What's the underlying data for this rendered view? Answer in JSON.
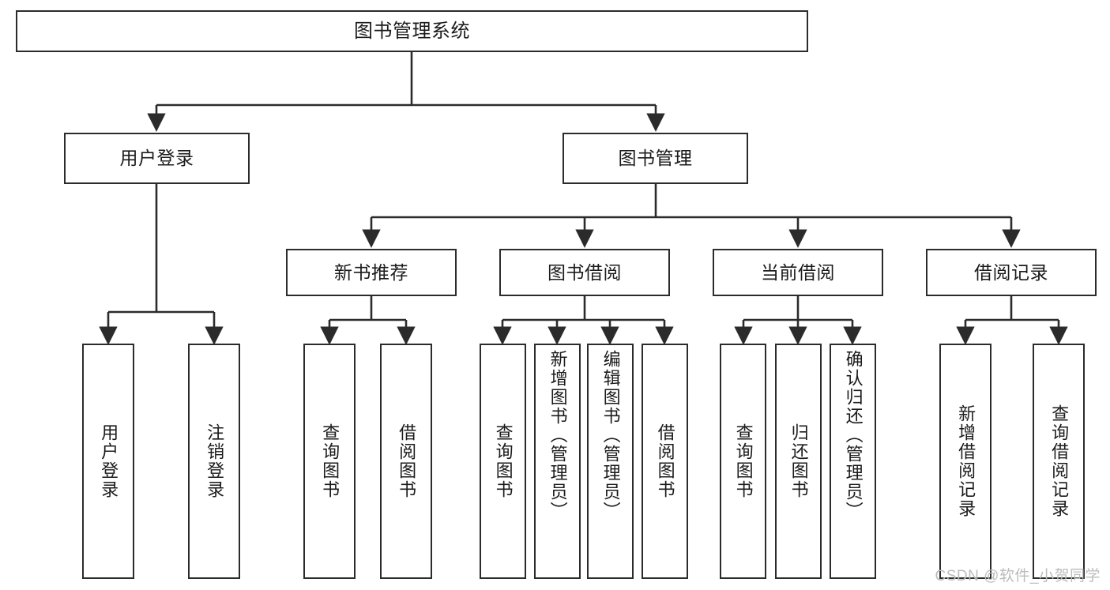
{
  "diagram": {
    "type": "tree",
    "title": "图书管理系统",
    "root": {
      "label": "图书管理系统"
    },
    "level2": [
      {
        "label": "用户登录"
      },
      {
        "label": "图书管理"
      }
    ],
    "level3": [
      {
        "label": "新书推荐"
      },
      {
        "label": "图书借阅"
      },
      {
        "label": "当前借阅"
      },
      {
        "label": "借阅记录"
      }
    ],
    "leaves": {
      "user_login": [
        {
          "label": "用户登录"
        },
        {
          "label": "注销登录"
        }
      ],
      "new_book_recommend": [
        {
          "label": "查询图书"
        },
        {
          "label": "借阅图书"
        }
      ],
      "book_borrow": [
        {
          "label": "查询图书"
        },
        {
          "label": "新增图书（管理员）"
        },
        {
          "label": "编辑图书（管理员）"
        },
        {
          "label": "借阅图书"
        }
      ],
      "current_borrow": [
        {
          "label": "查询图书"
        },
        {
          "label": "归还图书"
        },
        {
          "label": "确认归还（管理员）"
        }
      ],
      "borrow_record": [
        {
          "label": "新增借阅记录"
        },
        {
          "label": "查询借阅记录"
        }
      ]
    }
  },
  "watermark": {
    "text": "CSDN @软件_小贺同学"
  },
  "colors": {
    "border": "#2b2b2b",
    "text": "#1b1b1b",
    "background": "#ffffff",
    "watermark": "#bcbcbc"
  }
}
